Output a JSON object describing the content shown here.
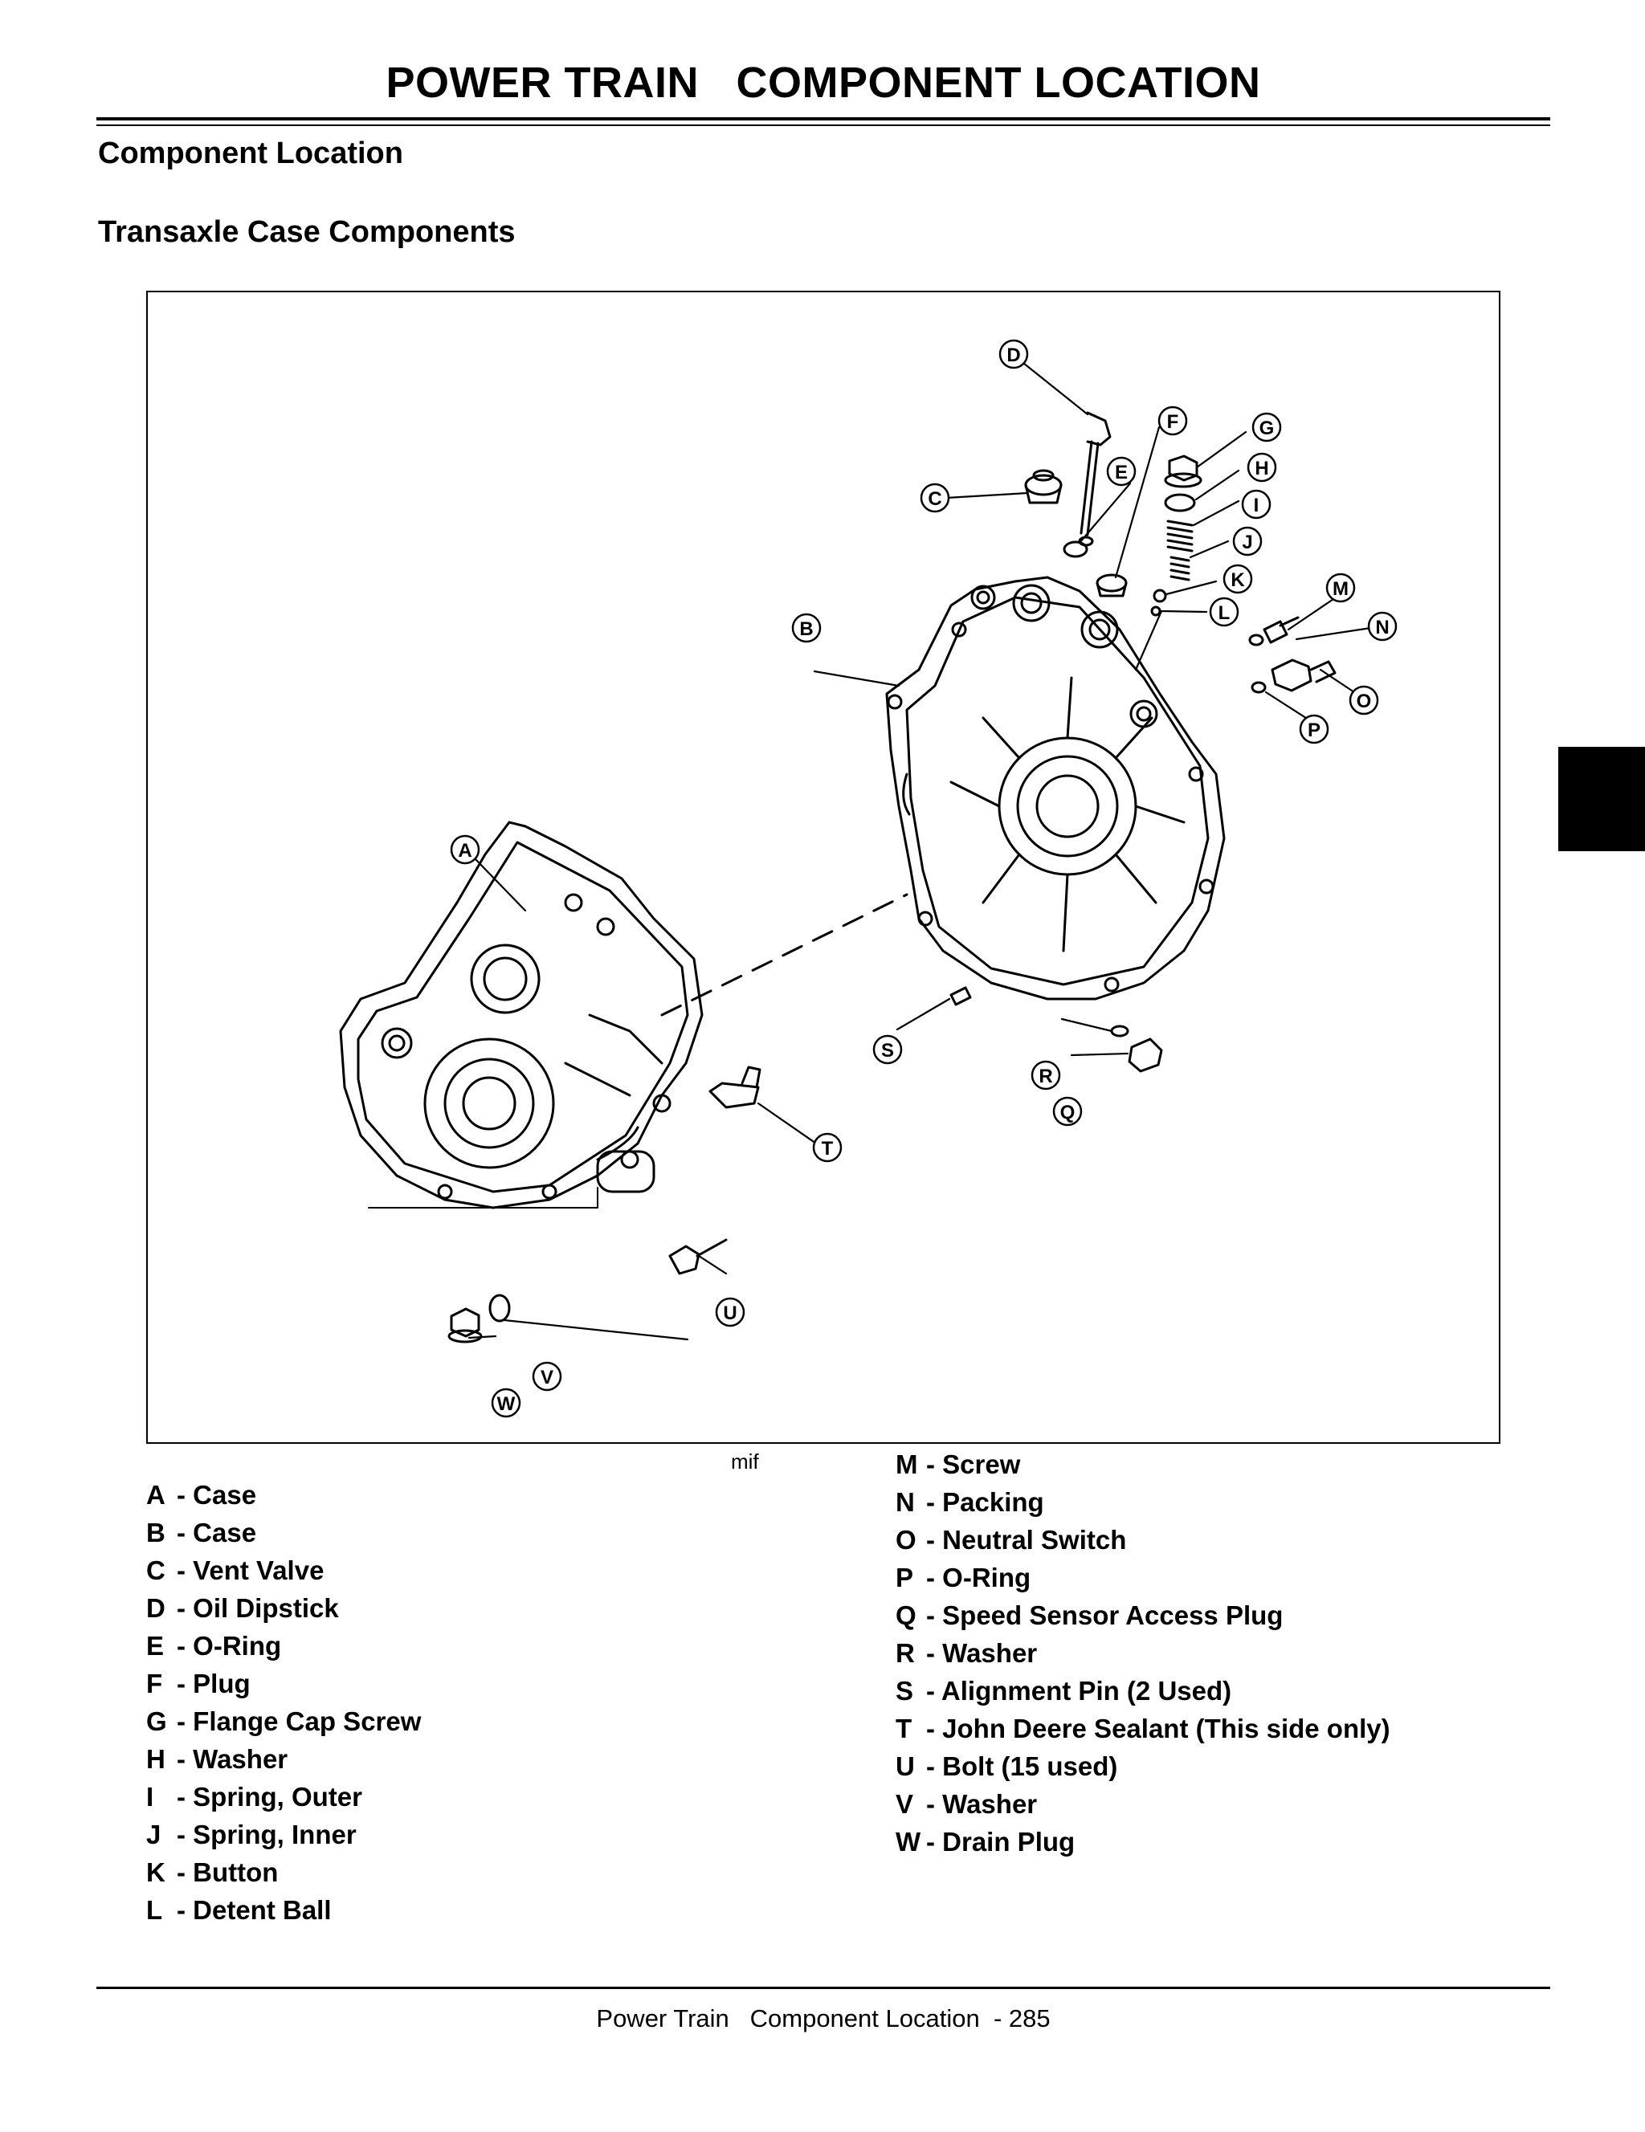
{
  "header": {
    "title": "POWER TRAIN   COMPONENT LOCATION"
  },
  "section_title": "Component Location",
  "subsection_title": "Transaxle Case Components",
  "figure": {
    "code": "mif",
    "callouts": [
      "A",
      "B",
      "C",
      "D",
      "E",
      "F",
      "G",
      "H",
      "I",
      "J",
      "K",
      "L",
      "M",
      "N",
      "O",
      "P",
      "Q",
      "R",
      "S",
      "T",
      "U",
      "V",
      "W"
    ]
  },
  "legend_left": [
    {
      "letter": "A",
      "text": "- Case"
    },
    {
      "letter": "B",
      "text": "- Case"
    },
    {
      "letter": "C",
      "text": "- Vent Valve"
    },
    {
      "letter": "D",
      "text": "- Oil Dipstick"
    },
    {
      "letter": "E",
      "text": "- O-Ring"
    },
    {
      "letter": "F",
      "text": "- Plug"
    },
    {
      "letter": "G",
      "text": "- Flange Cap Screw"
    },
    {
      "letter": "H",
      "text": "- Washer"
    },
    {
      "letter": "I",
      "text": "- Spring, Outer"
    },
    {
      "letter": "J",
      "text": "- Spring, Inner"
    },
    {
      "letter": "K",
      "text": "- Button"
    },
    {
      "letter": "L",
      "text": "- Detent Ball"
    }
  ],
  "legend_right": [
    {
      "letter": "M",
      "text": "- Screw"
    },
    {
      "letter": "N",
      "text": "- Packing"
    },
    {
      "letter": "O",
      "text": "- Neutral Switch"
    },
    {
      "letter": "P",
      "text": "- O-Ring"
    },
    {
      "letter": "Q",
      "text": "- Speed Sensor Access Plug"
    },
    {
      "letter": "R",
      "text": "- Washer"
    },
    {
      "letter": "S",
      "text": "- Alignment Pin (2 Used)"
    },
    {
      "letter": "T",
      "text": "- John Deere Sealant (This side only)"
    },
    {
      "letter": "U",
      "text": "- Bolt (15 used)"
    },
    {
      "letter": "V",
      "text": "- Washer"
    },
    {
      "letter": "W",
      "text": "- Drain Plug"
    }
  ],
  "footer": {
    "text": "Power Train   Component Location  - 285"
  }
}
